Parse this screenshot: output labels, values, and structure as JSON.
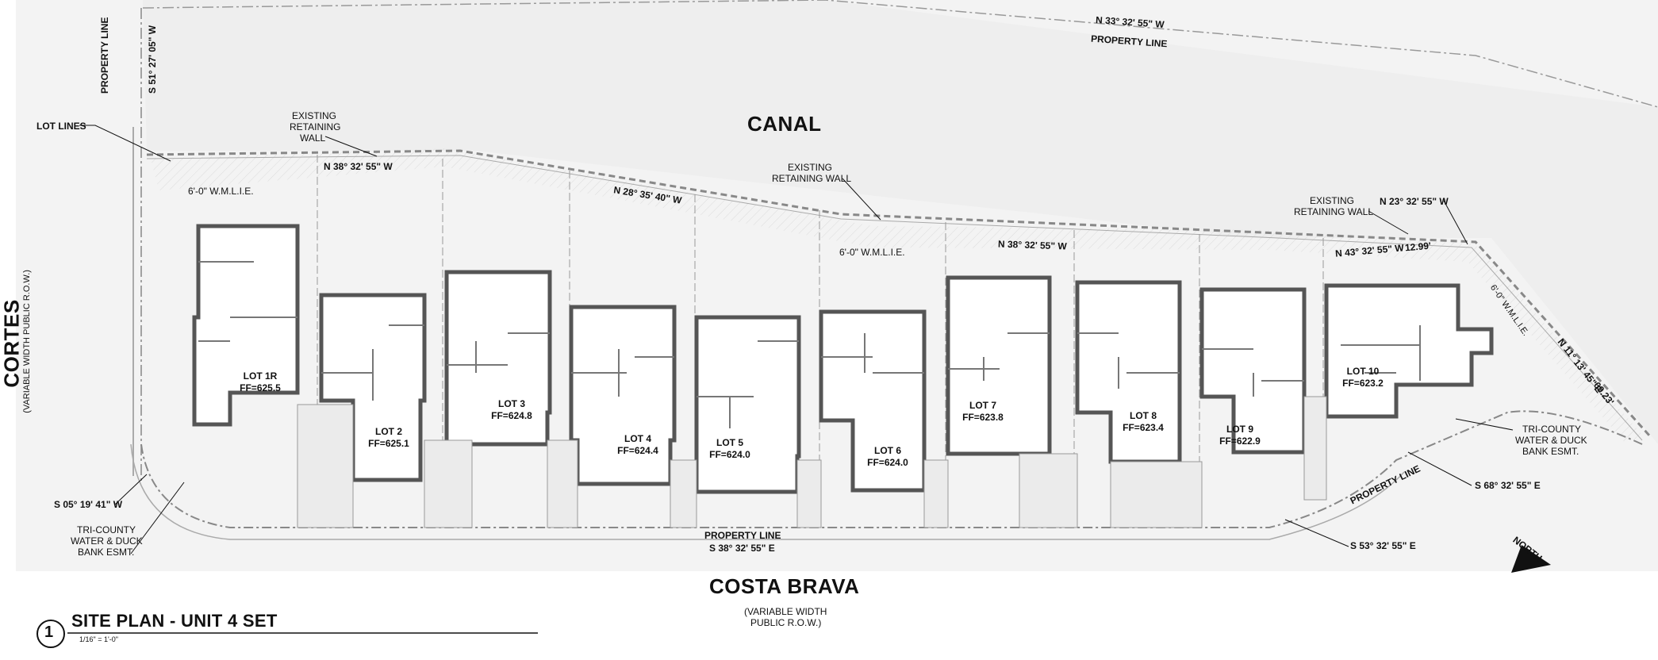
{
  "title": {
    "number": "1",
    "main": "SITE PLAN - UNIT 4 SET",
    "scale": "1/16\" = 1'-0\""
  },
  "streets": {
    "canal": "CANAL",
    "costa_brava": "COSTA BRAVA",
    "costa_brava_sub": [
      "(VARIABLE WIDTH",
      "PUBLIC R.O.W.)"
    ],
    "cortes": "CORTES",
    "cortes_sub": "(VARIABLE WIDTH PUBLIC R.O.W.)"
  },
  "notes": {
    "lot_lines": "LOT LINES",
    "existing_wall_1": [
      "EXISTING",
      "RETAINING",
      "WALL"
    ],
    "existing_wall_2": [
      "EXISTING",
      "RETAINING WALL"
    ],
    "existing_wall_3": [
      "EXISTING",
      "RETAINING WALL"
    ],
    "wmlie_1": "6'-0\" W.M.L.I.E.",
    "wmlie_2": "6'-0\" W.M.L.I.E.",
    "wmlie_3": "6'-0\" W.M.L.I.E.",
    "tricounty_left": [
      "TRI-COUNTY",
      "WATER & DUCK",
      "BANK ESMT."
    ],
    "tricounty_right": [
      "TRI-COUNTY",
      "WATER & DUCK",
      "BANK ESMT."
    ],
    "property_line_top": "PROPERTY LINE",
    "property_line_left": "PROPERTY LINE",
    "property_line_bottom": "PROPERTY LINE",
    "property_line_right": "PROPERTY LINE",
    "north": "NORTH"
  },
  "bearings": {
    "top": "N 33° 32' 55\" W",
    "left": "S 51° 27' 05\" W",
    "b1": "N 38° 32' 55\" W",
    "b2": "N 28° 35' 40\" W",
    "b3": "N 38° 32' 55\" W",
    "b4": "N 23° 32' 55\" W",
    "b5": "N 43° 32' 55\" W",
    "b5_dist": "12.99'",
    "b6": "N 11° 13' 45\" E",
    "b6_dist": "69.23'",
    "s1": "S 05° 19' 41\" W",
    "s2": "S 38° 32' 55\" E",
    "s3": "S 53° 32' 55\" E",
    "s4": "S 68° 32' 55\" E"
  },
  "lots": [
    {
      "name": "LOT 1R",
      "ff": "FF=625.5"
    },
    {
      "name": "LOT 2",
      "ff": "FF=625.1"
    },
    {
      "name": "LOT 3",
      "ff": "FF=624.8"
    },
    {
      "name": "LOT 4",
      "ff": "FF=624.4"
    },
    {
      "name": "LOT 5",
      "ff": "FF=624.0"
    },
    {
      "name": "LOT 6",
      "ff": "FF=624.0"
    },
    {
      "name": "LOT 7",
      "ff": "FF=623.8"
    },
    {
      "name": "LOT 8",
      "ff": "FF=623.4"
    },
    {
      "name": "LOT 9",
      "ff": "FF=622.9"
    },
    {
      "name": "LOT 10",
      "ff": "FF=623.2"
    }
  ]
}
